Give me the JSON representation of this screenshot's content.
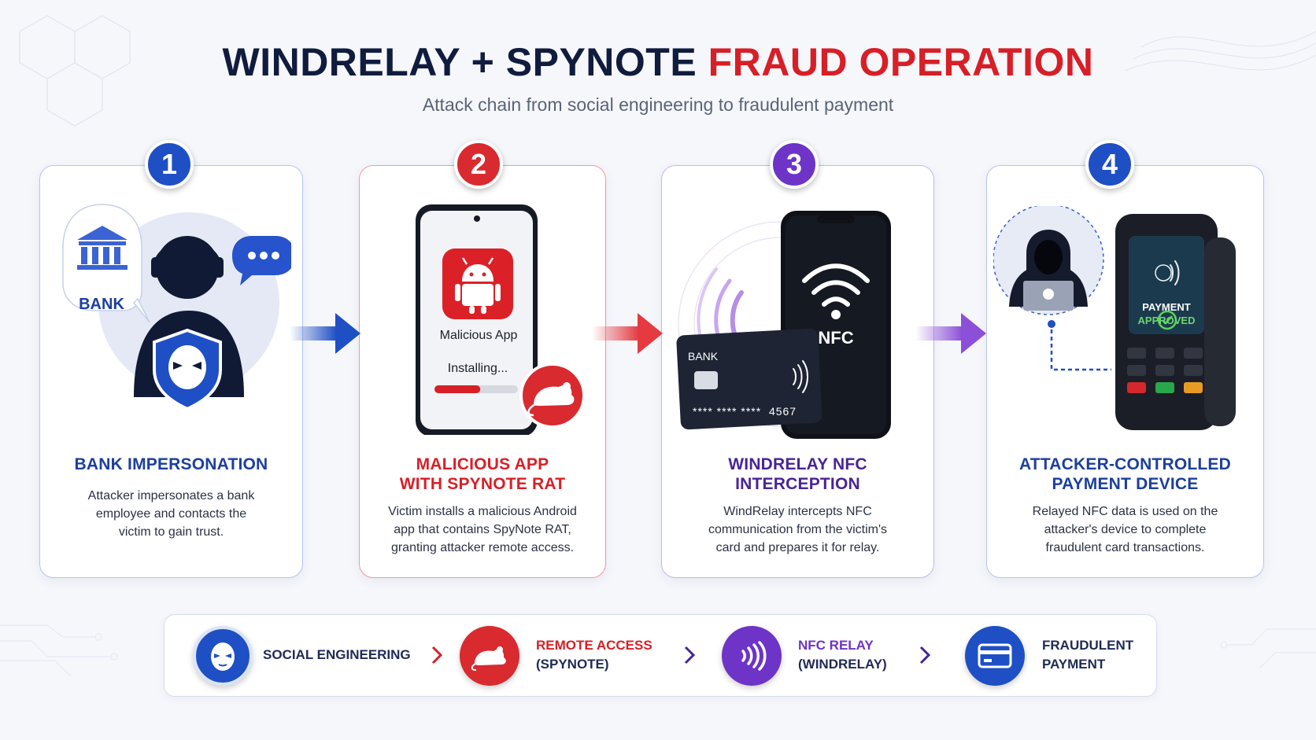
{
  "title": {
    "part1": "WINDRELAY + SPYNOTE ",
    "part2": "FRAUD OPERATION"
  },
  "subtitle": "Attack chain from social engineering to fraudulent payment",
  "steps": [
    {
      "number": "1",
      "title_line1": "BANK IMPERSONATION",
      "title_line2": "",
      "desc_line1": "Attacker impersonates a bank",
      "desc_line2": "employee and contacts the",
      "desc_line3": "victim to gain trust.",
      "bank_label": "BANK"
    },
    {
      "number": "2",
      "title_line1": "MALICIOUS APP",
      "title_line2": "WITH SPYNOTE RAT",
      "desc_line1": "Victim installs a malicious Android",
      "desc_line2": "app that contains SpyNote RAT,",
      "desc_line3": "granting attacker remote access.",
      "app_label": "Malicious App",
      "install_label": "Installing...",
      "progress": 0.55
    },
    {
      "number": "3",
      "title_line1": "WINDRELAY NFC",
      "title_line2": "INTERCEPTION",
      "desc_line1": "WindRelay intercepts NFC",
      "desc_line2": "communication from the victim's",
      "desc_line3": "card and prepares it for relay.",
      "nfc_label": "NFC",
      "card_bank": "BANK",
      "card_number": "**** **** ****  4567"
    },
    {
      "number": "4",
      "title_line1": "ATTACKER-CONTROLLED",
      "title_line2": "PAYMENT DEVICE",
      "desc_line1": "Relayed NFC data is used on the",
      "desc_line2": "attacker's device to complete",
      "desc_line3": "fraudulent card transactions.",
      "pos_line1": "PAYMENT",
      "pos_line2": "APPROVED"
    }
  ],
  "flow": [
    {
      "line1": "SOCIAL ENGINEERING",
      "line2": "",
      "color": "#1f2a55"
    },
    {
      "line1": "REMOTE ACCESS",
      "line2": "(SPYNOTE)",
      "color": "#d71f27"
    },
    {
      "line1": "NFC RELAY",
      "line2": "(WINDRELAY)",
      "color": "#6d34c7"
    },
    {
      "line1": "FRAUDULENT",
      "line2": "PAYMENT",
      "color": "#1f2a55"
    }
  ],
  "colors": {
    "blue": "#1e4fc4",
    "red": "#d92a2f",
    "purple": "#6d34c7",
    "navy": "#101c3e"
  }
}
